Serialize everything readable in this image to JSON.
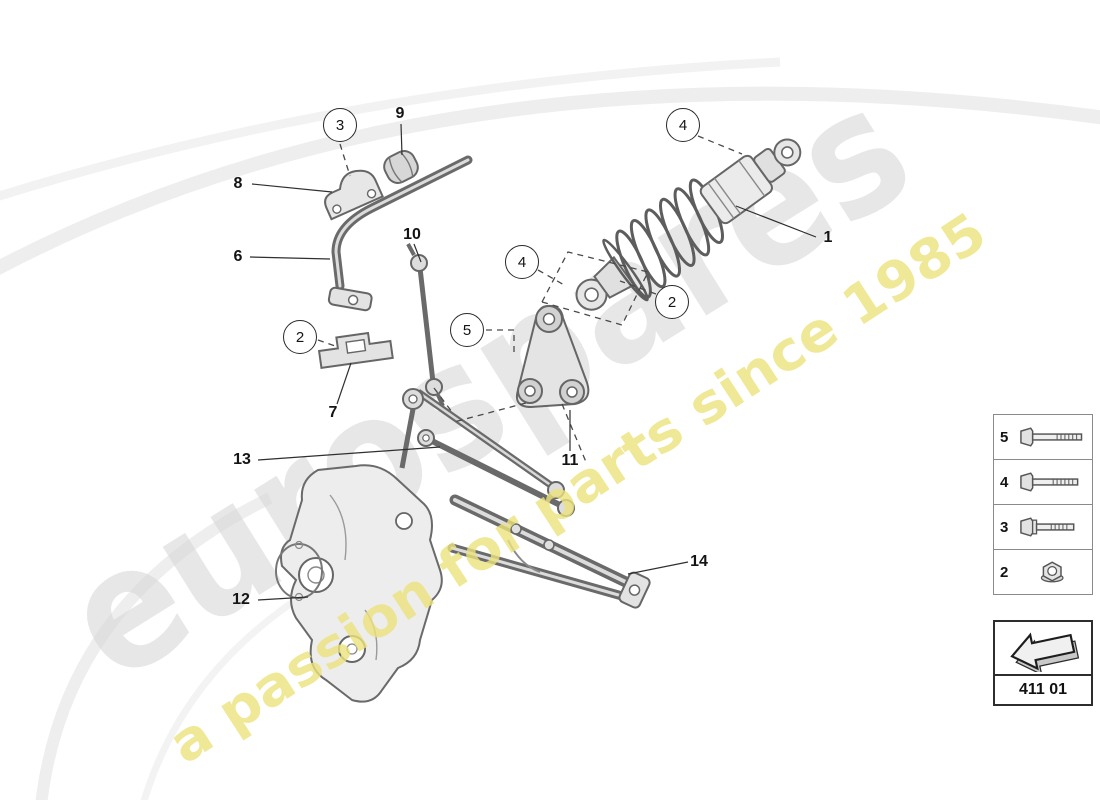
{
  "watermark": {
    "brand": "eurospares",
    "tagline": "a passion for parts since 1985"
  },
  "labels": {
    "p1": "1",
    "p2": "2",
    "p3": "3",
    "p4": "4",
    "p5": "5",
    "p6": "6",
    "p7": "7",
    "p8": "8",
    "p9": "9",
    "p10": "10",
    "p11": "11",
    "p12": "12",
    "p13": "13",
    "p14": "14"
  },
  "legend": {
    "items": [
      {
        "num": "5",
        "icon": "hex-bolt-long-icon"
      },
      {
        "num": "4",
        "icon": "hex-bolt-long-icon"
      },
      {
        "num": "3",
        "icon": "hex-bolt-short-icon"
      },
      {
        "num": "2",
        "icon": "flange-nut-icon"
      }
    ]
  },
  "code_box": {
    "code": "411 01",
    "icon": "direction-arrow-icon"
  },
  "colors": {
    "watermark_gray": "#d9d9d9",
    "watermark_yellow": "#ece37d",
    "line": "#666666"
  }
}
